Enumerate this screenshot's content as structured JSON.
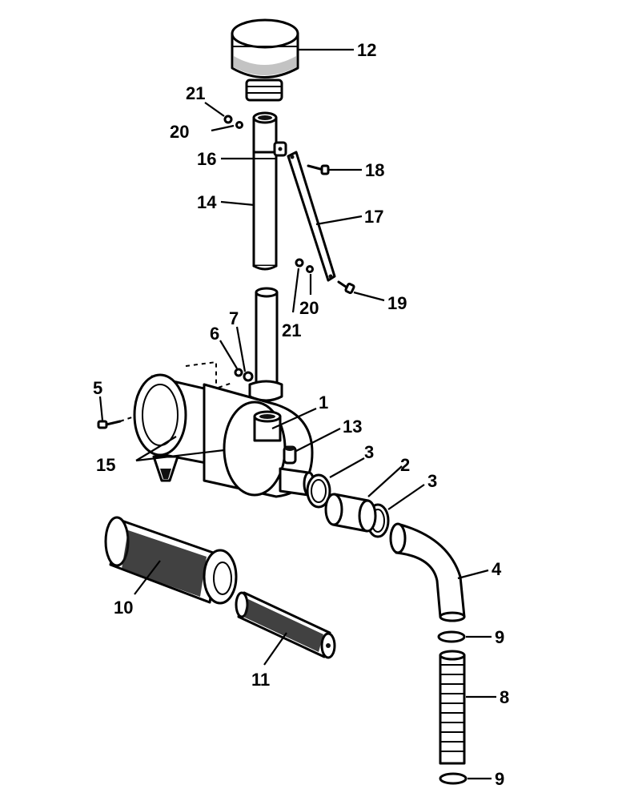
{
  "callouts": {
    "c1": "1",
    "c2": "2",
    "c3a": "3",
    "c3b": "3",
    "c4": "4",
    "c5": "5",
    "c6": "6",
    "c7": "7",
    "c8": "8",
    "c9a": "9",
    "c9b": "9",
    "c10": "10",
    "c11": "11",
    "c12": "12",
    "c13": "13",
    "c14": "14",
    "c15": "15",
    "c16": "16",
    "c17": "17",
    "c18": "18",
    "c19": "19",
    "c20a": "20",
    "c20b": "20",
    "c21a": "21",
    "c21b": "21"
  }
}
